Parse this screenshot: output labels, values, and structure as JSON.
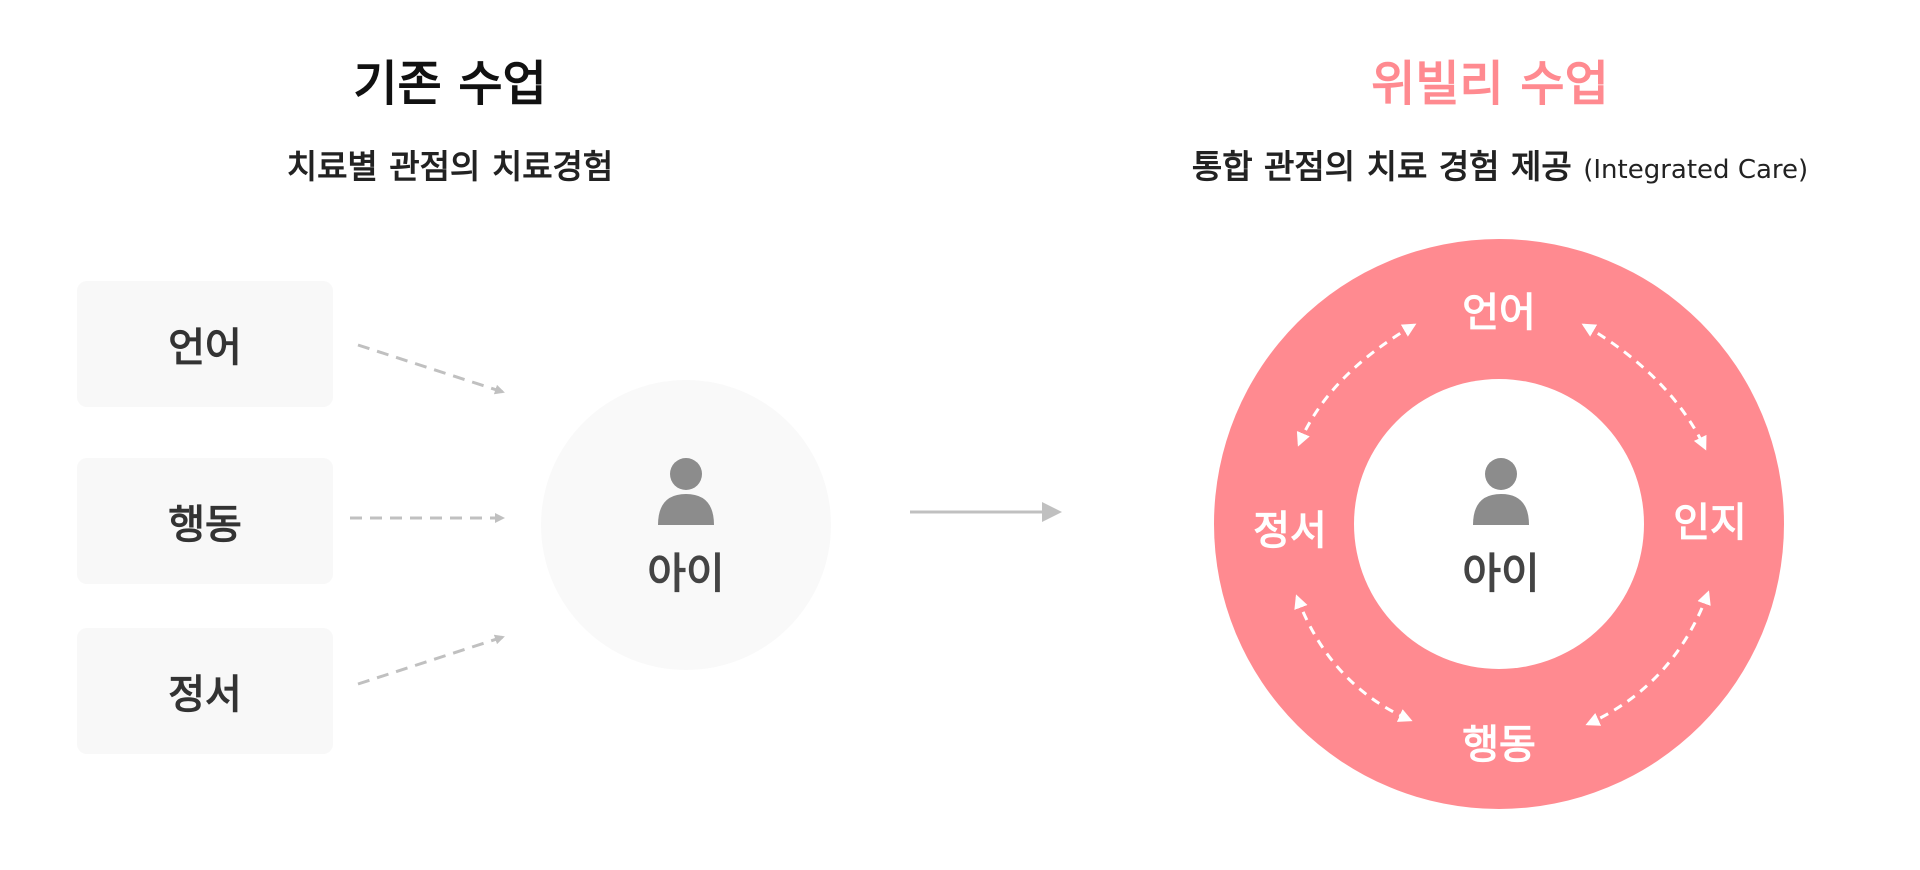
{
  "left": {
    "title": "기존 수업",
    "subtitle": "치료별 관점의 치료경험",
    "boxes": [
      "언어",
      "행동",
      "정서"
    ],
    "center_label": "아이"
  },
  "right": {
    "title": "위빌리 수업",
    "subtitle": "통합 관점의 치료 경험 제공",
    "subtitle_note": "(Integrated Care)",
    "center_label": "아이",
    "ring_labels": {
      "top": "언어",
      "right": "인지",
      "bottom": "행동",
      "left": "정서"
    }
  },
  "colors": {
    "brand": "#ff8a90",
    "gray_box": "#f8f8f8",
    "gray_circle": "#f9f9f9",
    "arrow_gray": "#c0c0c0",
    "icon_gray": "#8c8c8c",
    "text_dark": "#222222"
  },
  "icons": {
    "child": "person-icon"
  }
}
